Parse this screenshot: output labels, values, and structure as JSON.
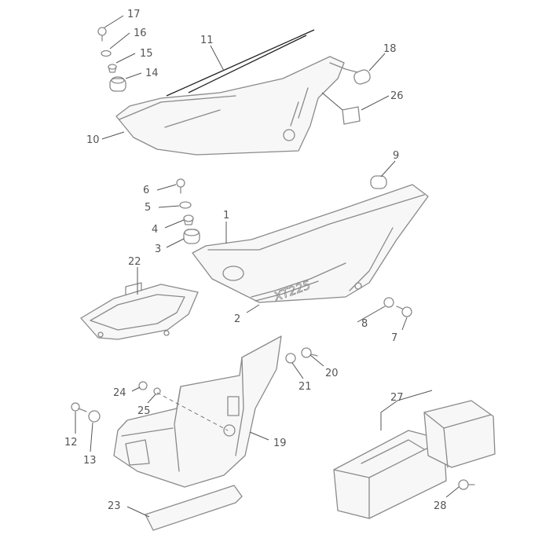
{
  "callouts": [
    {
      "id": "c17",
      "label": "17"
    },
    {
      "id": "c16",
      "label": "16"
    },
    {
      "id": "c15",
      "label": "15"
    },
    {
      "id": "c14",
      "label": "14"
    },
    {
      "id": "c11",
      "label": "11"
    },
    {
      "id": "c10",
      "label": "10"
    },
    {
      "id": "c18",
      "label": "18"
    },
    {
      "id": "c26",
      "label": "26"
    },
    {
      "id": "c9",
      "label": "9"
    },
    {
      "id": "c6",
      "label": "6"
    },
    {
      "id": "c5",
      "label": "5"
    },
    {
      "id": "c4",
      "label": "4"
    },
    {
      "id": "c3",
      "label": "3"
    },
    {
      "id": "c1",
      "label": "1"
    },
    {
      "id": "c22",
      "label": "22"
    },
    {
      "id": "c2",
      "label": "2"
    },
    {
      "id": "c8",
      "label": "8"
    },
    {
      "id": "c7",
      "label": "7"
    },
    {
      "id": "c20",
      "label": "20"
    },
    {
      "id": "c21",
      "label": "21"
    },
    {
      "id": "c24",
      "label": "24"
    },
    {
      "id": "c25",
      "label": "25"
    },
    {
      "id": "c19",
      "label": "19"
    },
    {
      "id": "c12",
      "label": "12"
    },
    {
      "id": "c13",
      "label": "13"
    },
    {
      "id": "c27",
      "label": "27"
    },
    {
      "id": "c23",
      "label": "23"
    },
    {
      "id": "c28",
      "label": "28"
    }
  ],
  "emblem_text": "XT225",
  "colors": {
    "line": "#8a8a8a",
    "leader": "#555555",
    "background": "#ffffff"
  }
}
